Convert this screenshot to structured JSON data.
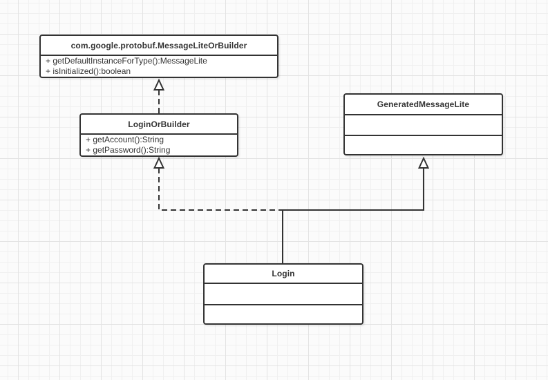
{
  "diagram": {
    "classes": [
      {
        "name": "com.google.protobuf.MessageLiteOrBuilder",
        "methods": [
          "+ getDefaultInstanceForType():MessageLite",
          "+ isInitialized():boolean"
        ]
      },
      {
        "name": "LoginOrBuilder",
        "methods": [
          "+ getAccount():String",
          "+ getPassword():String"
        ]
      },
      {
        "name": "GeneratedMessageLite",
        "methods": []
      },
      {
        "name": "Login",
        "methods": []
      }
    ],
    "relations": [
      {
        "from": "LoginOrBuilder",
        "to": "com.google.protobuf.MessageLiteOrBuilder",
        "type": "realization",
        "line": "dashed",
        "arrowhead": "hollow-triangle"
      },
      {
        "from": "Login",
        "to": "LoginOrBuilder",
        "type": "realization",
        "line": "dashed",
        "arrowhead": "hollow-triangle"
      },
      {
        "from": "Login",
        "to": "GeneratedMessageLite",
        "type": "generalization",
        "line": "solid",
        "arrowhead": "hollow-triangle"
      }
    ]
  },
  "colors": {
    "stroke": "#333333",
    "text": "#333333",
    "box_fill": "#ffffff",
    "canvas_background": "#fbfbfb",
    "grid_minor": "#f0f0f0",
    "grid_major": "#e3e3e3"
  }
}
